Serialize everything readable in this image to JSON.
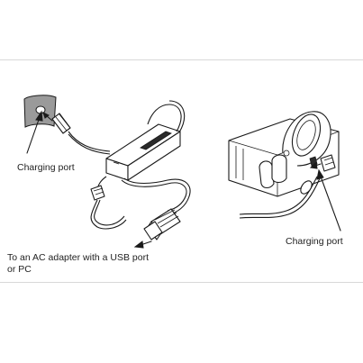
{
  "labels": {
    "left_charging_port": "Charging port",
    "right_charging_port": "Charging port",
    "usb_note_line1": "To an AC adapter with a USB port",
    "usb_note_line2": "or PC"
  }
}
